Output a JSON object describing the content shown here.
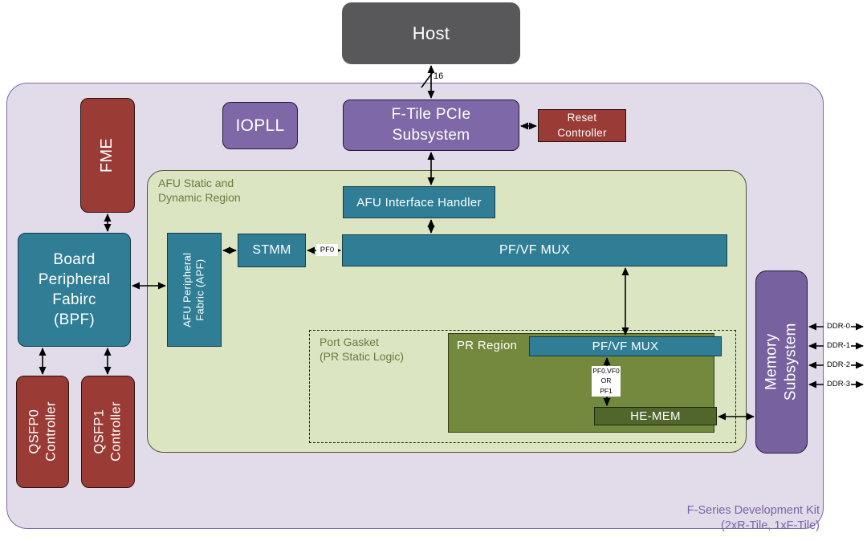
{
  "palette": {
    "teal": "#2F7E96",
    "purple": "#7E68A7",
    "dark_red": "#9A3B35",
    "host_gray": "#58585A",
    "board_bg": "#E1DBEA",
    "board_border": "#7C68A8",
    "afu_region_bg": "#DBE5C2",
    "pr_region_olive": "#73893E",
    "he_mem_olive": "#50662B",
    "region_label_text": "#6C7A40",
    "kit_label_text": "#7A64A8"
  },
  "nodes": {
    "host": {
      "label": "Host"
    },
    "iopll": {
      "label": "IOPLL"
    },
    "ftile_pcie": {
      "label": "F-Tile PCIe\nSubsystem"
    },
    "reset_controller": {
      "label": "Reset\nController"
    },
    "fme": {
      "label": "FME"
    },
    "bpf": {
      "label": "Board\nPeripheral\nFabirc\n(BPF)"
    },
    "qsfp0": {
      "label": "QSFP0\nController"
    },
    "qsfp1": {
      "label": "QSFP1\nController"
    },
    "apf": {
      "label": "AFU Peripheral\nFabric (APF)"
    },
    "stmm": {
      "label": "STMM"
    },
    "afu_interface_handler": {
      "label": "AFU Interface Handler"
    },
    "pfvf_mux_static": {
      "label": "PF/VF MUX"
    },
    "pfvf_mux_pr": {
      "label": "PF/VF MUX"
    },
    "he_mem": {
      "label": "HE-MEM"
    },
    "memory_subsystem": {
      "label": "Memory\nSubsystem"
    }
  },
  "regions": {
    "dev_kit": {
      "label": "F-Series Development Kit\n(2xR-Tile, 1xF-Tile)"
    },
    "afu_static_dynamic": {
      "label": "AFU Static and\nDynamic Region"
    },
    "port_gasket": {
      "label": "Port Gasket\n(PR Static Logic)"
    },
    "pr_region": {
      "label": "PR Region"
    }
  },
  "connector_labels": {
    "pcie_lane_width": "16",
    "pf0": "PF0",
    "pf0_vf0_or_pf1": "PF0.VF0\nOR\nPF1",
    "ddr": [
      "DDR-0",
      "DDR-1",
      "DDR-2",
      "DDR-3"
    ]
  }
}
